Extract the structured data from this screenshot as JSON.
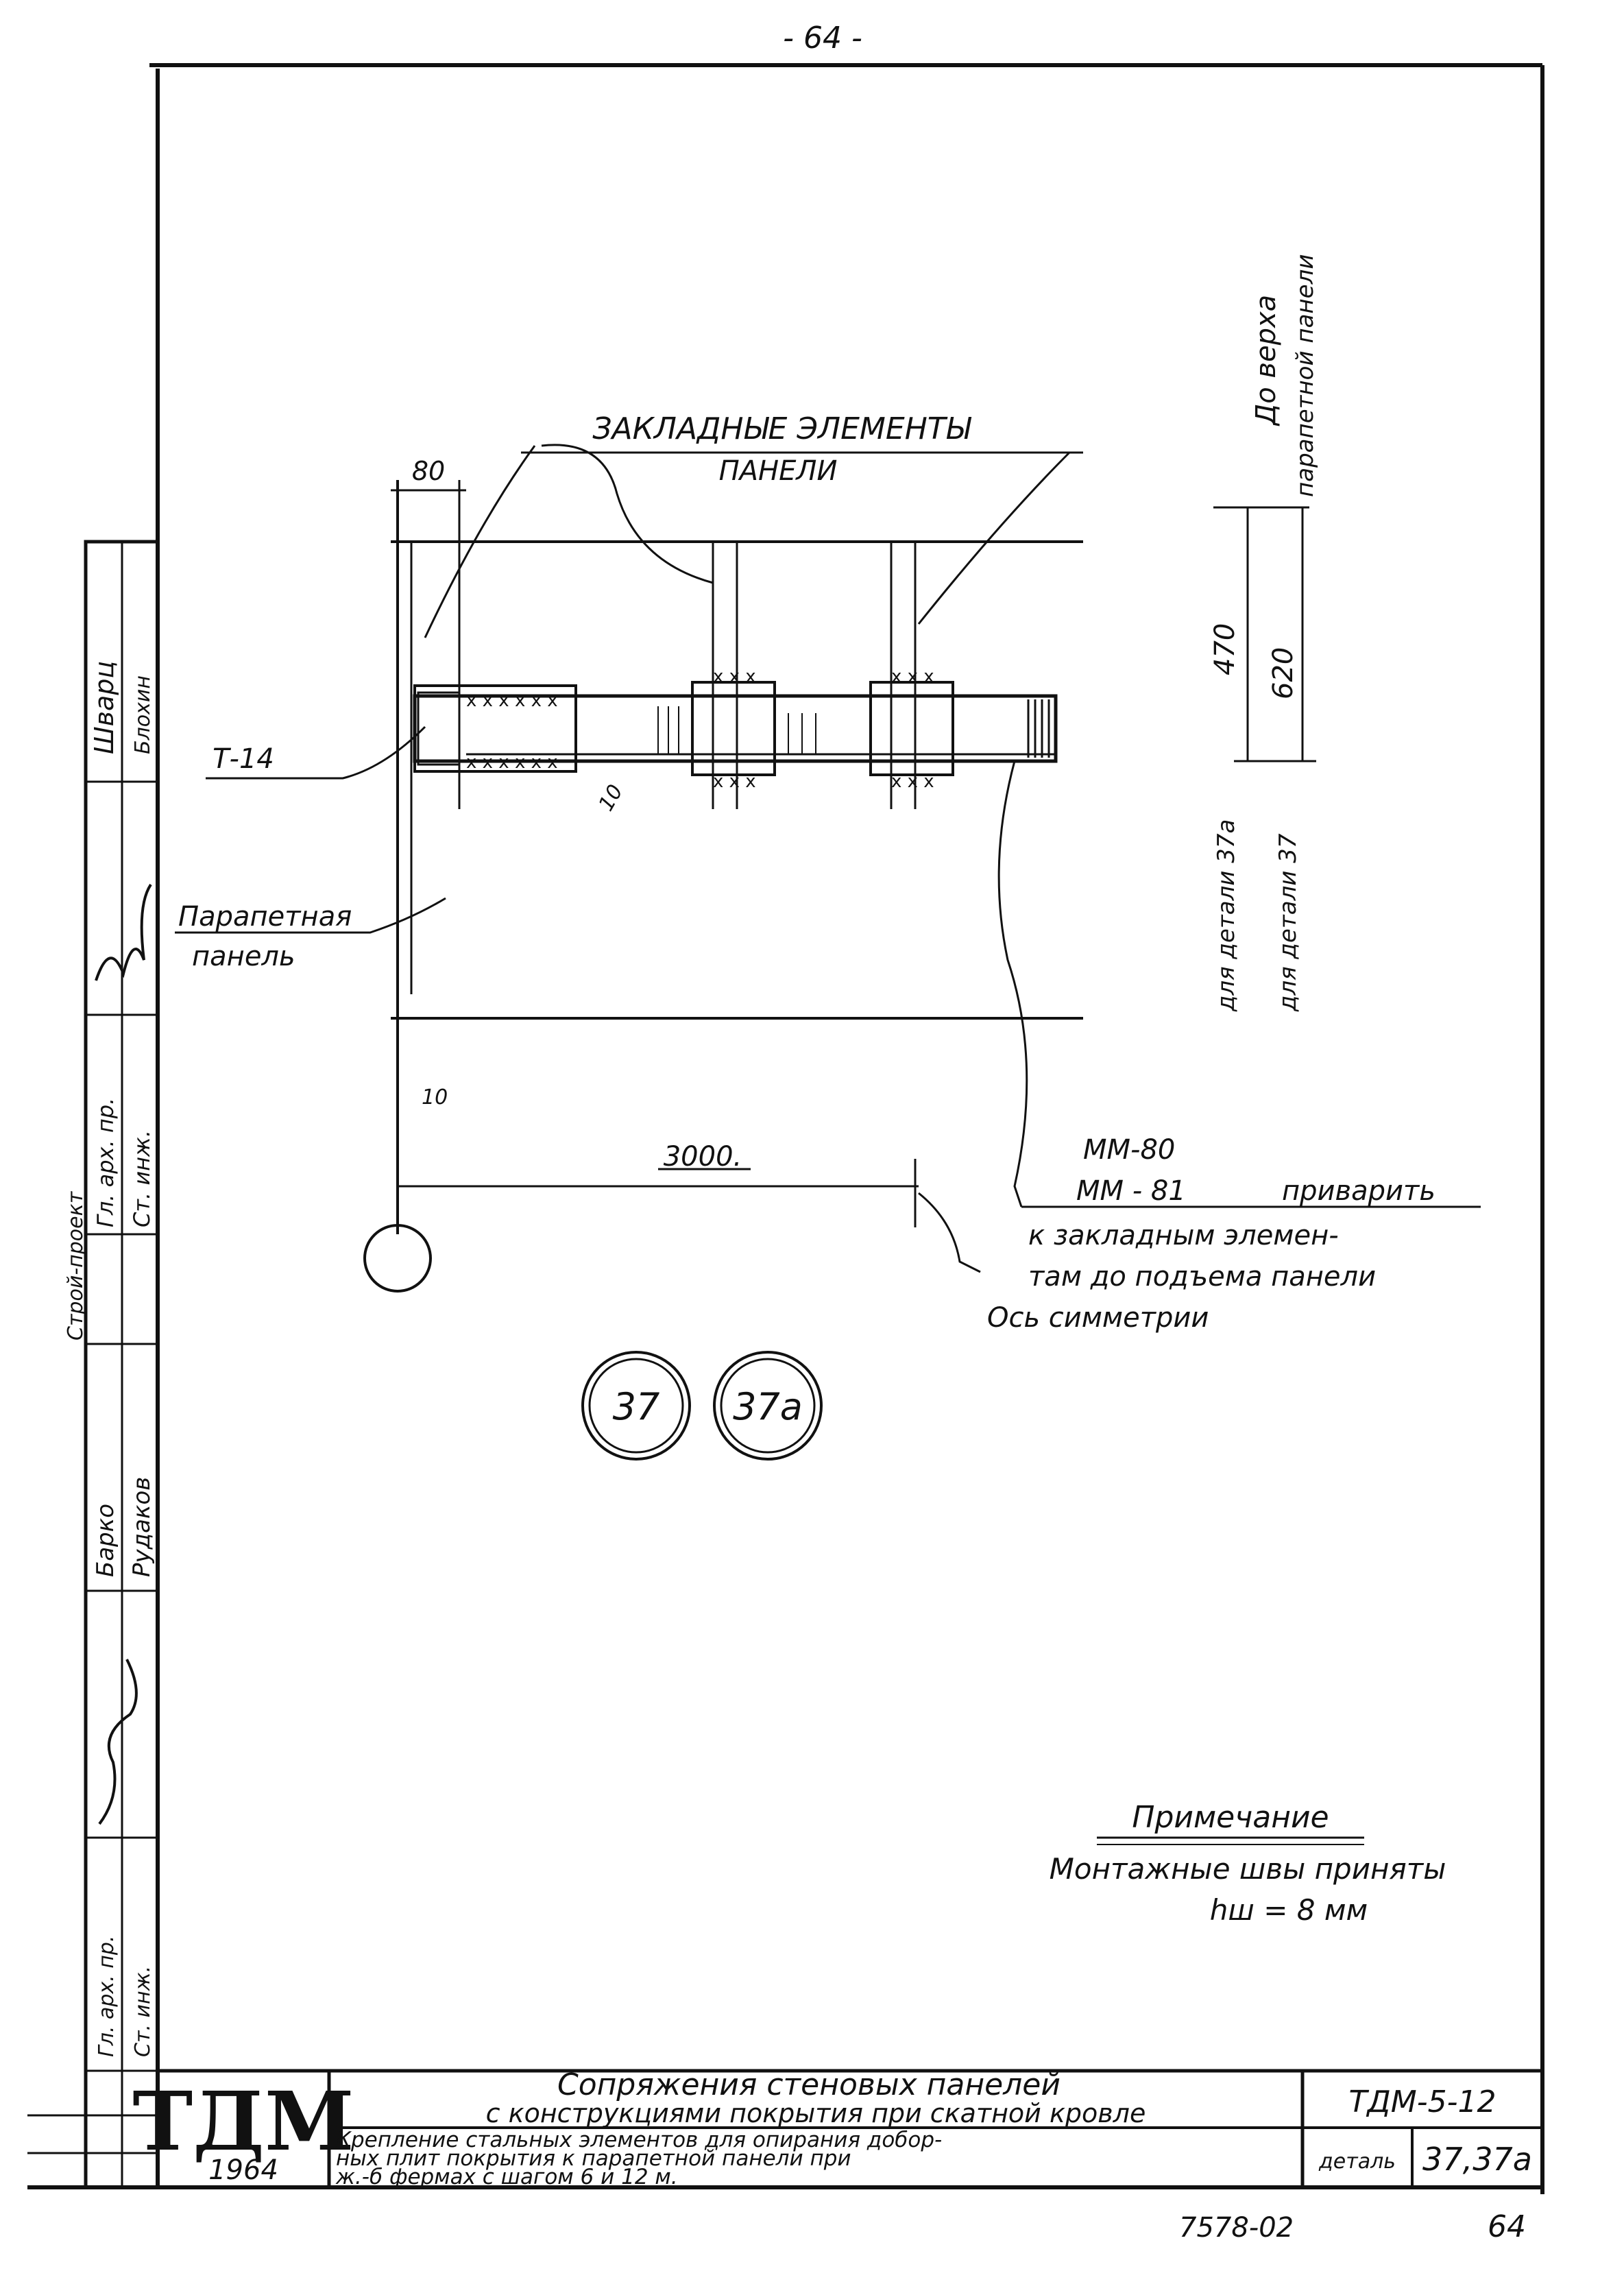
{
  "page_number_top": "- 64 -",
  "drawing": {
    "label_embedded_title": "ЗАКЛАДНЫЕ ЭЛЕМЕНТЫ",
    "label_embedded_sub": "ПАНЕЛИ",
    "label_top_line1": "До верха",
    "label_top_line2": "парапетной панели",
    "dim_470": "470",
    "dim_620": "620",
    "label_37a": "для детали 37а",
    "label_37": "для детали 37",
    "dim_80": "80",
    "dim_10": "10",
    "dim_lower_10": "10",
    "dim_3000": "3000.",
    "label_t14": "Т-14",
    "label_parapet_line1": "Парапетная",
    "label_parapet_line2": "панель",
    "label_mm80": "ММ-80",
    "label_mm81": "ММ - 81",
    "label_weld": "приварить",
    "label_weld_line2": "к закладным элемен-",
    "label_weld_line3": "там до подъема панели",
    "label_axis": "Ось симметрии",
    "circle_37": "37",
    "circle_37a": "37а"
  },
  "note": {
    "title": "Примечание",
    "line1": "Монтажные швы приняты",
    "line2": "hш = 8 мм"
  },
  "side_stamp": {
    "role_1": "Ст. инж.",
    "role_2": "Гл. арх. пр.",
    "role_3": "Ст. инж.",
    "role_4": "Гл. арх. пр.",
    "org": "Строй-проект",
    "name_1": "Шварц",
    "name_2": "Блохин",
    "name_3": "Рудаков",
    "name_4": "Барко"
  },
  "title_block": {
    "logo": "ТДМ",
    "year": "1964",
    "title_line1": "Сопряжения стеновых панелей",
    "title_line2": "с конструкциями покрытия при скатной кровле",
    "subtitle_line1": "Крепление стальных элементов для опирания добор-",
    "subtitle_line2": "ных плит покрытия к парапетной панели при",
    "subtitle_line3": "ж.-б фермах с шагом 6 и 12 м.",
    "code": "ТДМ-5-12",
    "detail_label": "деталь",
    "detail_number": "37,37а"
  },
  "footer": {
    "sheet_code": "7578-02",
    "page": "64"
  },
  "colors": {
    "ink": "#111111",
    "paper": "#ffffff"
  }
}
